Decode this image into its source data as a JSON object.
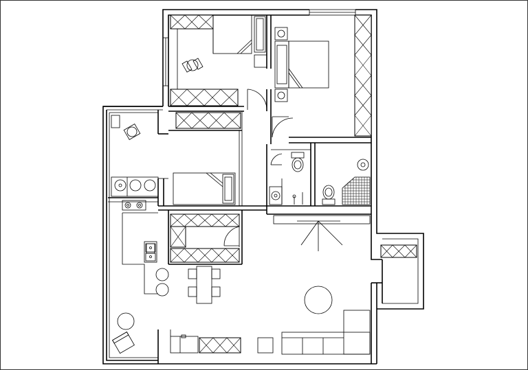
{
  "plan": {
    "rooms": [
      "bedroom-north-west",
      "bedroom-north-east",
      "bedroom-middle",
      "kitchen",
      "bathroom-1",
      "bathroom-2",
      "living-dining",
      "balcony-east"
    ]
  },
  "colors": {
    "ink": "#000000",
    "paper": "#ffffff"
  }
}
